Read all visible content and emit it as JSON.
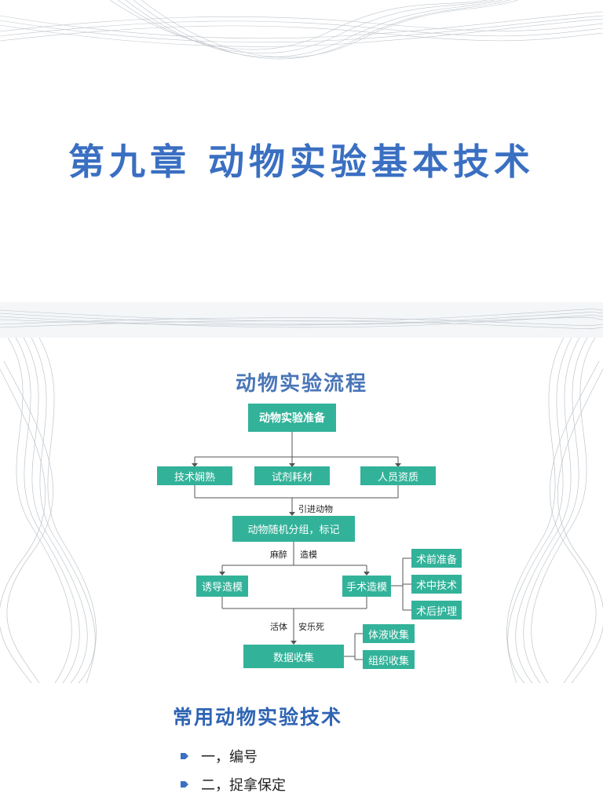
{
  "slide1": {
    "title": "第九章  动物实验基本技术"
  },
  "slide2": {
    "title": "动物实验流程",
    "nodes": {
      "prep": "动物实验准备",
      "skill": "技术娴熟",
      "reagent": "试剂耗材",
      "staff": "人员资质",
      "group": "动物随机分组，标记",
      "induced": "诱导造模",
      "surgical": "手术造模",
      "preop": "术前准备",
      "intraop": "术中技术",
      "postop": "术后护理",
      "collect": "数据收集",
      "fluid": "体液收集",
      "tissue": "组织收集"
    },
    "labels": {
      "introduce": "引进动物",
      "anesthesia": "麻醉",
      "modeling": "造模",
      "living": "活体",
      "euthanasia": "安乐死"
    }
  },
  "slide3": {
    "title": "常用动物实验技术",
    "items": [
      "一，编号",
      "二，捉拿保定"
    ]
  }
}
